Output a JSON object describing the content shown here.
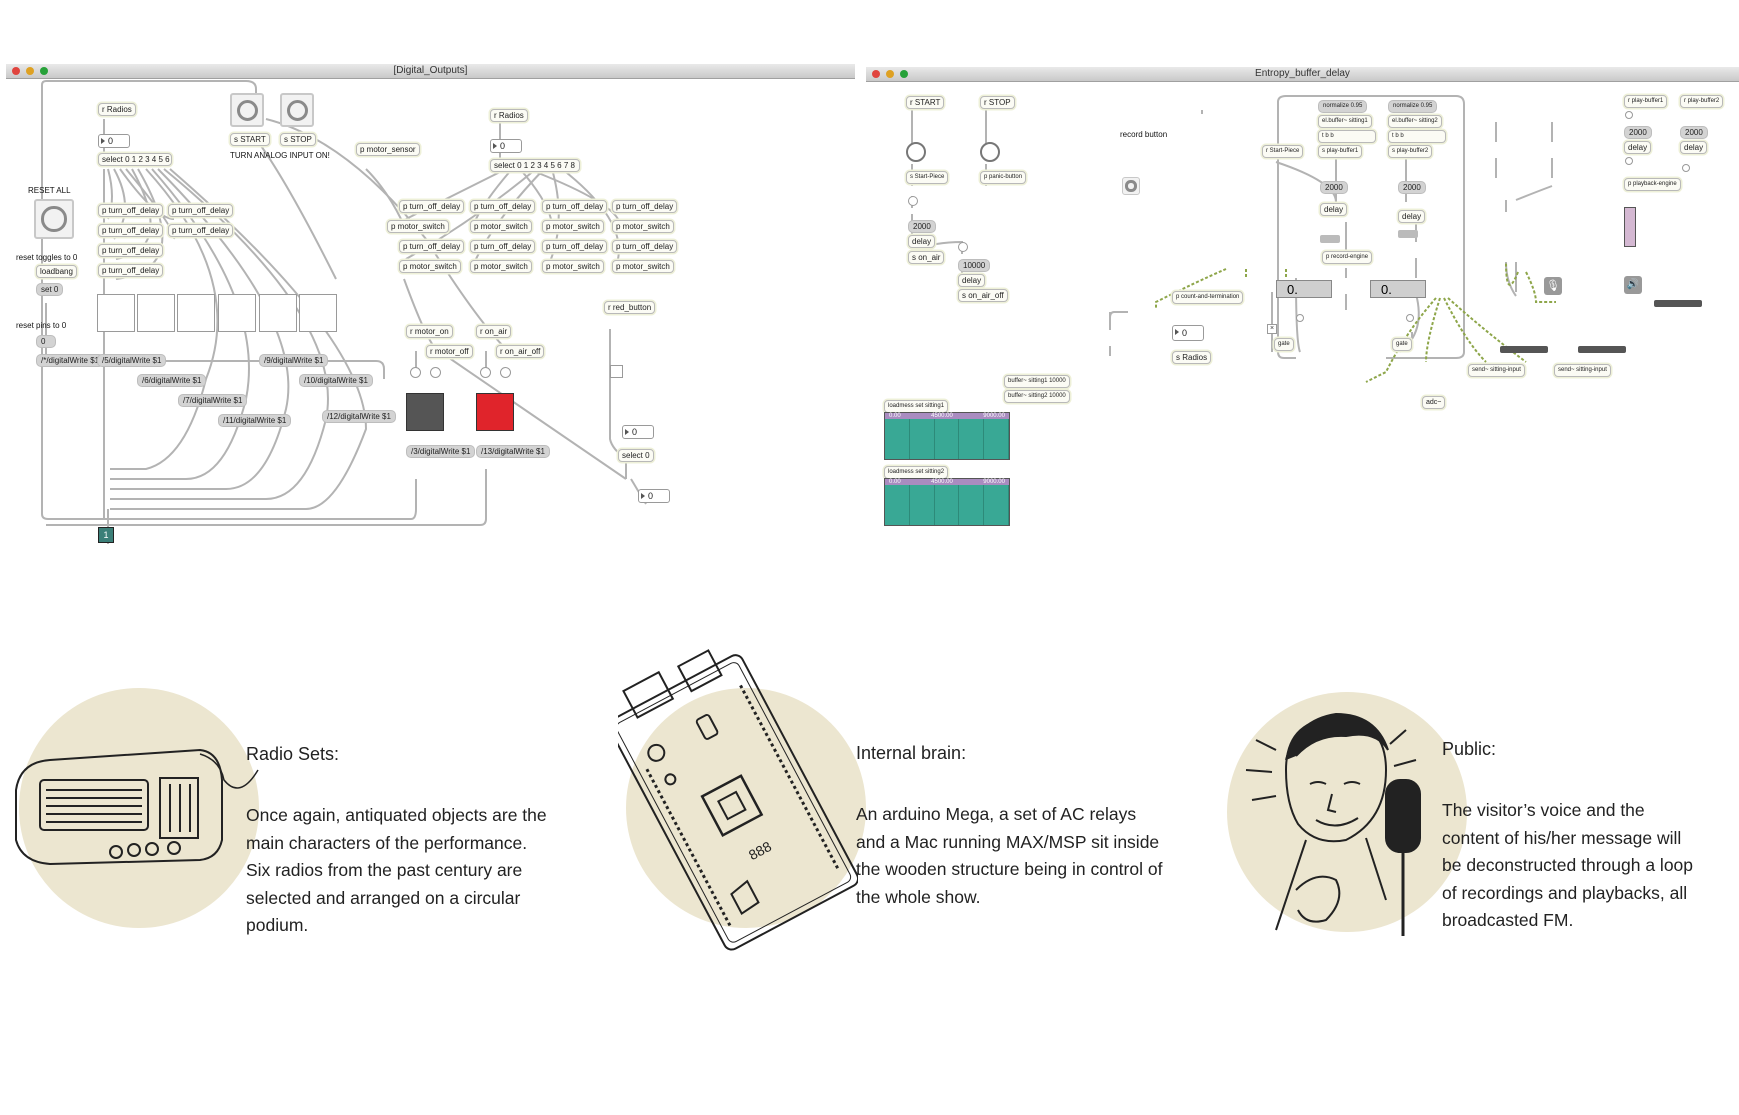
{
  "window_left": {
    "title": "[Digital_Outputs]",
    "objects": {
      "r_radios": "r Radios",
      "num0": "0",
      "select6": "select 0 1 2 3 4 5 6",
      "s_start": "s START",
      "s_stop": "s STOP",
      "turn_analog": "TURN ANALOG INPUT ON!",
      "reset_all": "RESET ALL",
      "reset_toggles": "reset toggles to 0",
      "loadbang": "loadbang",
      "set0": "set 0",
      "reset_pins": "reset pins to 0",
      "zero_msg": "0",
      "p_motor_sensor": "p motor_sensor",
      "r_radios2": "r Radios",
      "num0b": "0",
      "select8": "select 0 1 2 3 4 5 6 7 8",
      "turn_off_delay": "p turn_off_delay",
      "motor_switch": "p motor_switch",
      "r_motor_on": "r motor_on",
      "r_motor_off": "r motor_off",
      "r_on_air": "r on_air",
      "r_on_air_off": "r on_air_off",
      "r_red_button": "r red_button",
      "num_rb": "0",
      "select0": "select 0",
      "num_rb2": "0",
      "dw_star": "/*/digitalWrite $1",
      "dw5": "/5/digitalWrite $1",
      "dw6": "/6/digitalWrite $1",
      "dw7": "/7/digitalWrite $1",
      "dw9": "/9/digitalWrite $1",
      "dw10": "/10/digitalWrite $1",
      "dw11": "/11/digitalWrite $1",
      "dw12": "/12/digitalWrite $1",
      "dw3": "/3/digitalWrite $1",
      "dw13": "/13/digitalWrite $1",
      "outlet": "1"
    }
  },
  "window_right": {
    "title": "Entropy_buffer_delay",
    "objects": {
      "r_start": "r START",
      "r_stop": "r STOP",
      "s_start_piece": "s Start-Piece",
      "p_panic": "p panic-button",
      "record_button": "record button",
      "d2000": "2000",
      "delay": "delay",
      "s_on_air": "s on_air",
      "d10000": "10000",
      "s_on_air_off": "s on_air_off",
      "normalize1": "normalize 0.95",
      "normalize2": "normalize 0.95",
      "buffer1": "el.buffer~ sitting1",
      "buffer2": "el.buffer~ sitting2",
      "tb1": "t b b",
      "tb2": "t b b",
      "r_start_piece": "r Start-Piece",
      "s_play1": "s play-buffer1",
      "s_play2": "s play-buffer2",
      "r_play1": "r play-buffer1",
      "r_play2": "r play-buffer2",
      "p_playback": "p playback-engine",
      "p_record": "p record-engine",
      "p_count": "p count-and-termination",
      "num_count": "0",
      "s_radios": "s Radios",
      "flonum1": "0.",
      "flonum2": "0.",
      "gate1": "gate",
      "gate2": "gate",
      "send1": "send~ sitting-input",
      "send2": "send~ sitting-input",
      "adc": "adc~",
      "buf_sit1": "buffer~ sitting1 10000",
      "buf_sit2": "buffer~ sitting2 10000",
      "loadmess1": "loadmess set sitting1",
      "loadmess2": "loadmess set sitting2",
      "ruler": [
        "0.00",
        "4500.00",
        "9000.00"
      ]
    }
  },
  "cards": [
    {
      "heading": "Radio Sets:",
      "lines": [
        "Once again, antiquated objects are the",
        "main characters of the performance.",
        "Six radios from the past century are",
        "selected and arranged on a circular",
        "podium."
      ]
    },
    {
      "heading": "Internal brain:",
      "lines": [
        "An arduino Mega, a set of AC relays",
        "and a Mac running MAX/MSP sit inside",
        "the wooden structure being in control of",
        "the whole show."
      ]
    },
    {
      "heading": "Public:",
      "lines": [
        "The visitor’s voice and the",
        "content of his/her message will",
        "be deconstructed through a loop",
        "of recordings and playbacks, all",
        "broadcasted FM."
      ]
    }
  ],
  "colors": {
    "circle": "#ece6d0",
    "red_button": "#e0242b",
    "dark_button": "#555555",
    "buffer": "#39a895"
  }
}
